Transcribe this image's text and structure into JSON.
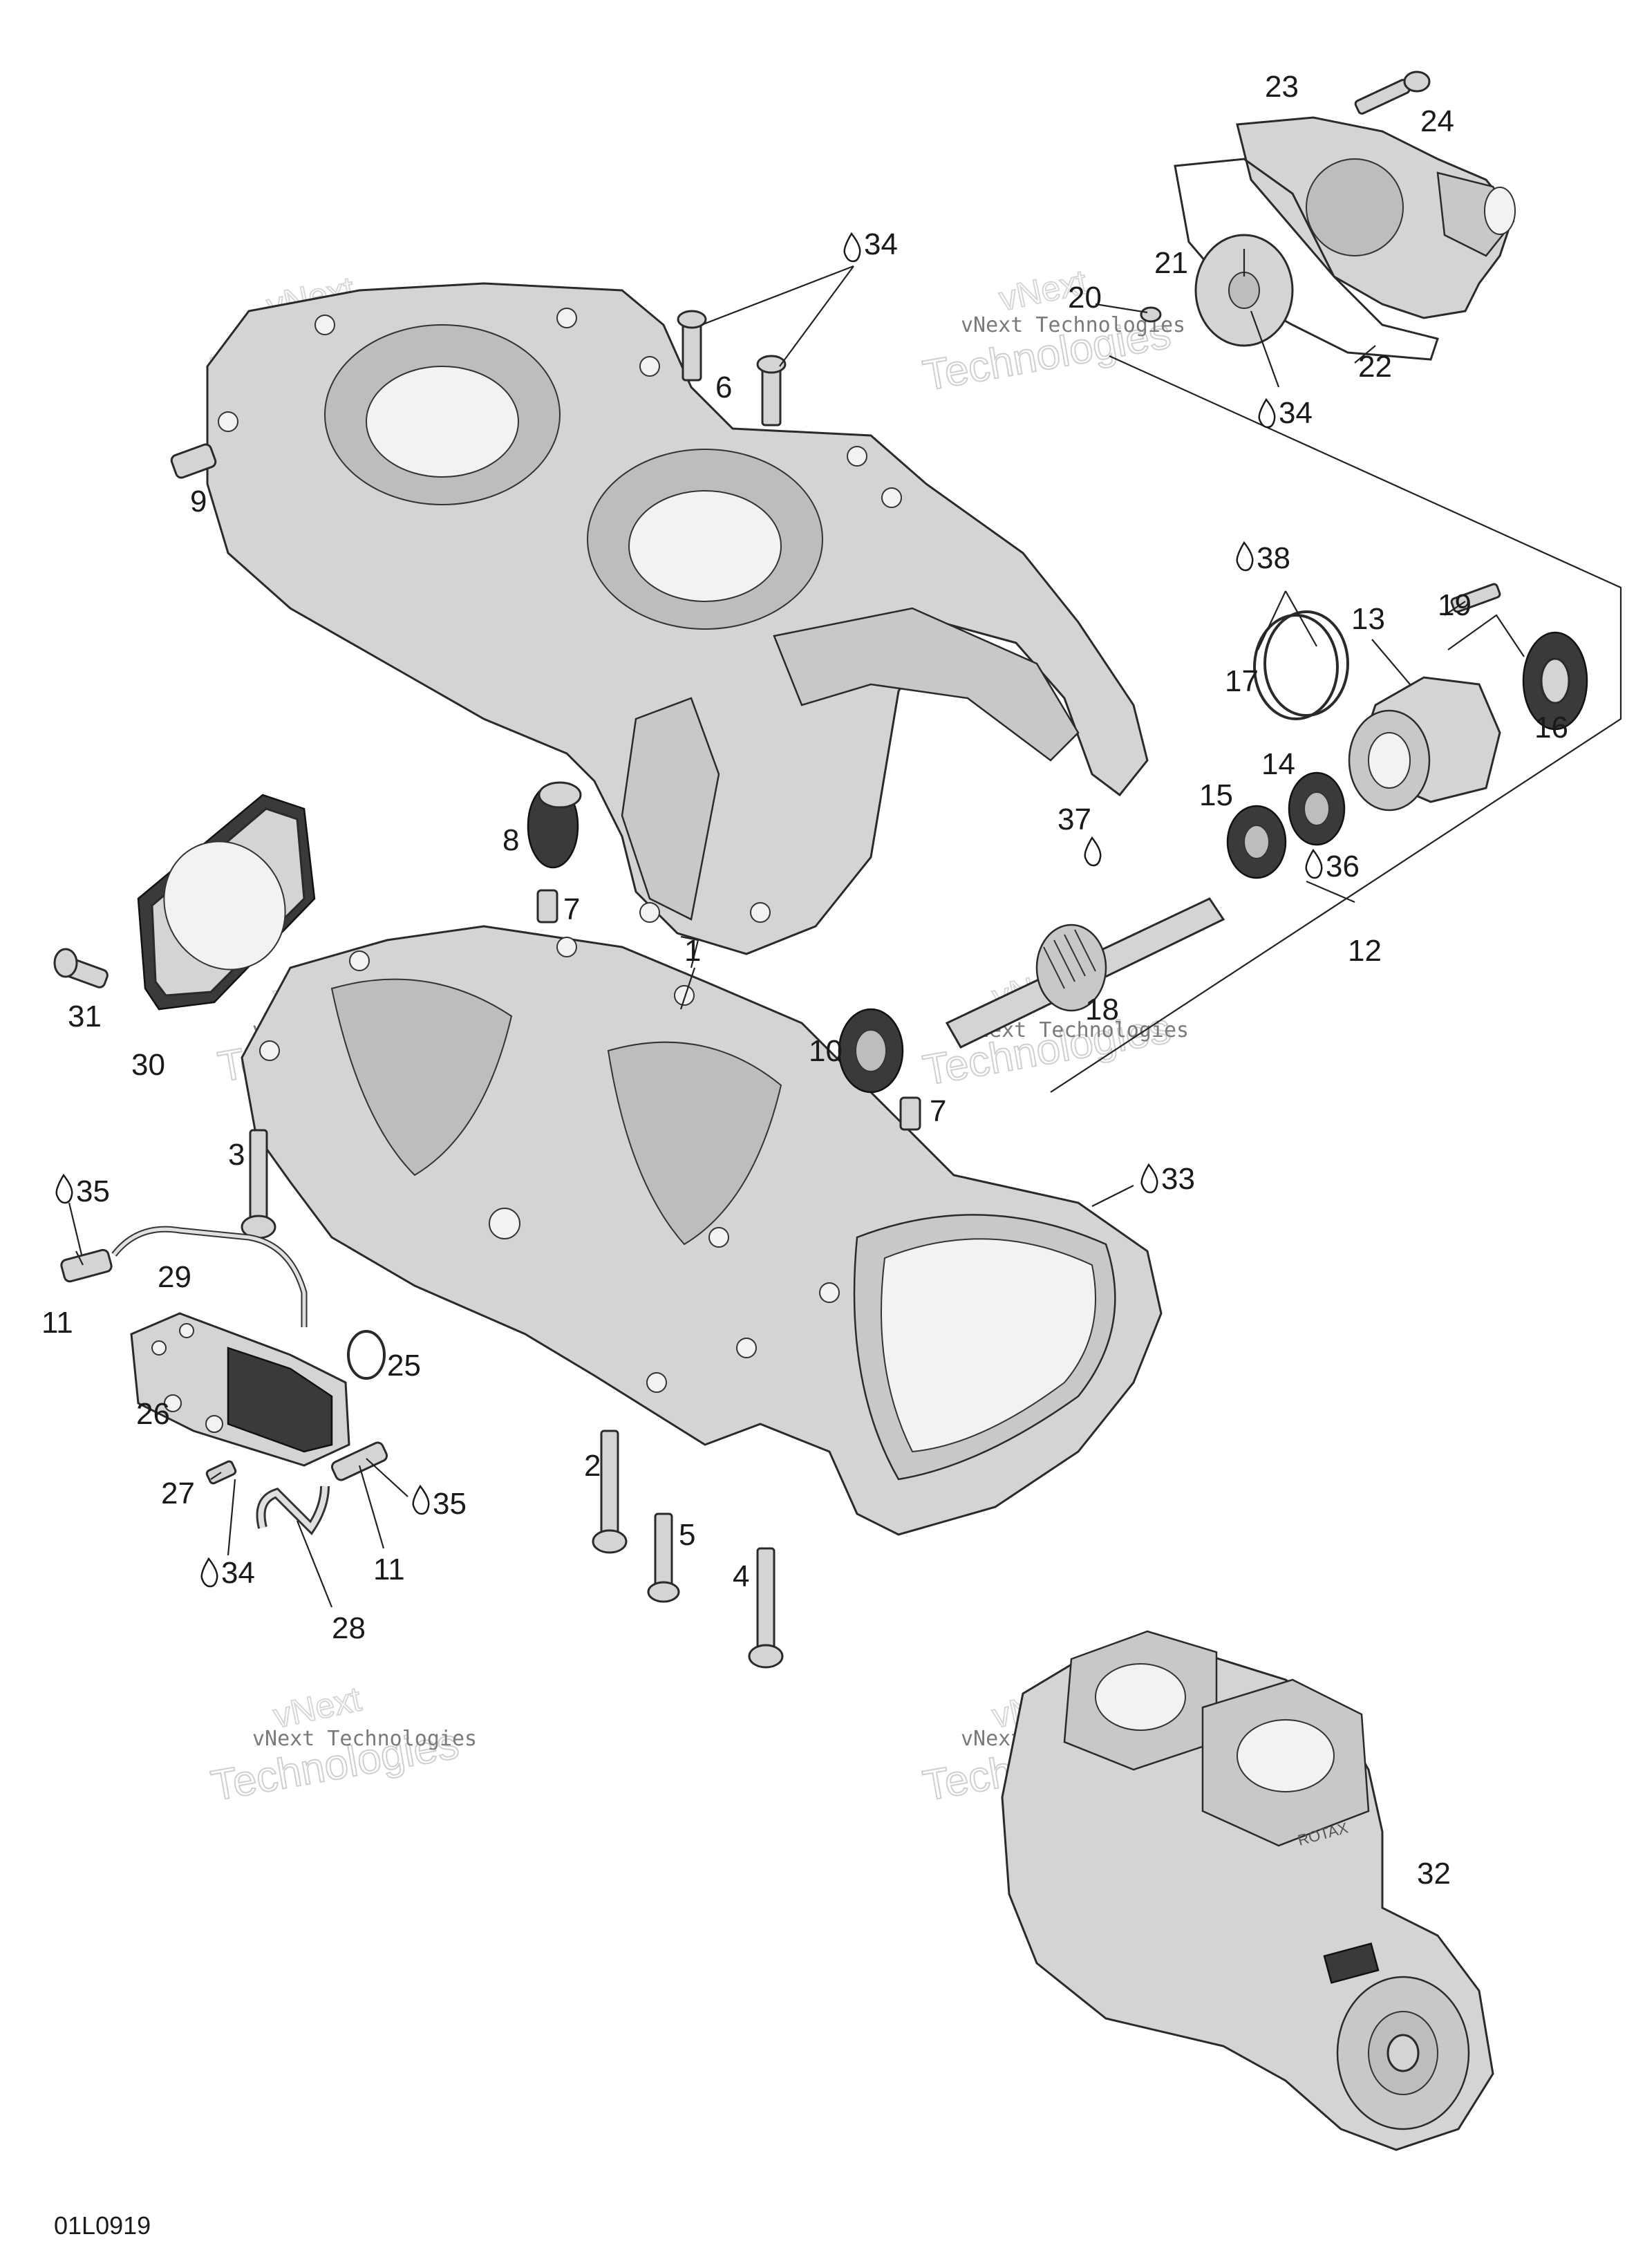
{
  "figure_ref": "01L0919",
  "watermarks": [
    {
      "line1": "vNext Technologies",
      "line2": "vNext",
      "line3": "Technologies"
    }
  ],
  "callouts": {
    "c1": "1",
    "c2": "2",
    "c3": "3",
    "c4": "4",
    "c5": "5",
    "c6": "6",
    "c7a": "7",
    "c7b": "7",
    "c8": "8",
    "c9": "9",
    "c10": "10",
    "c11a": "11",
    "c11b": "11",
    "c12": "12",
    "c13": "13",
    "c14": "14",
    "c15": "15",
    "c16": "16",
    "c17": "17",
    "c18": "18",
    "c19": "19",
    "c20": "20",
    "c21": "21",
    "c22": "22",
    "c23": "23",
    "c24": "24",
    "c25": "25",
    "c26": "26",
    "c27": "27",
    "c28": "28",
    "c29": "29",
    "c30": "30",
    "c31": "31",
    "c32": "32"
  },
  "lubricant_callouts": {
    "l34a": "34",
    "l34b": "34",
    "l34c": "34",
    "l33": "33",
    "l35a": "35",
    "l35b": "35",
    "l36": "36",
    "l37": "37",
    "l38": "38"
  },
  "engine_marking": "ROTAX"
}
